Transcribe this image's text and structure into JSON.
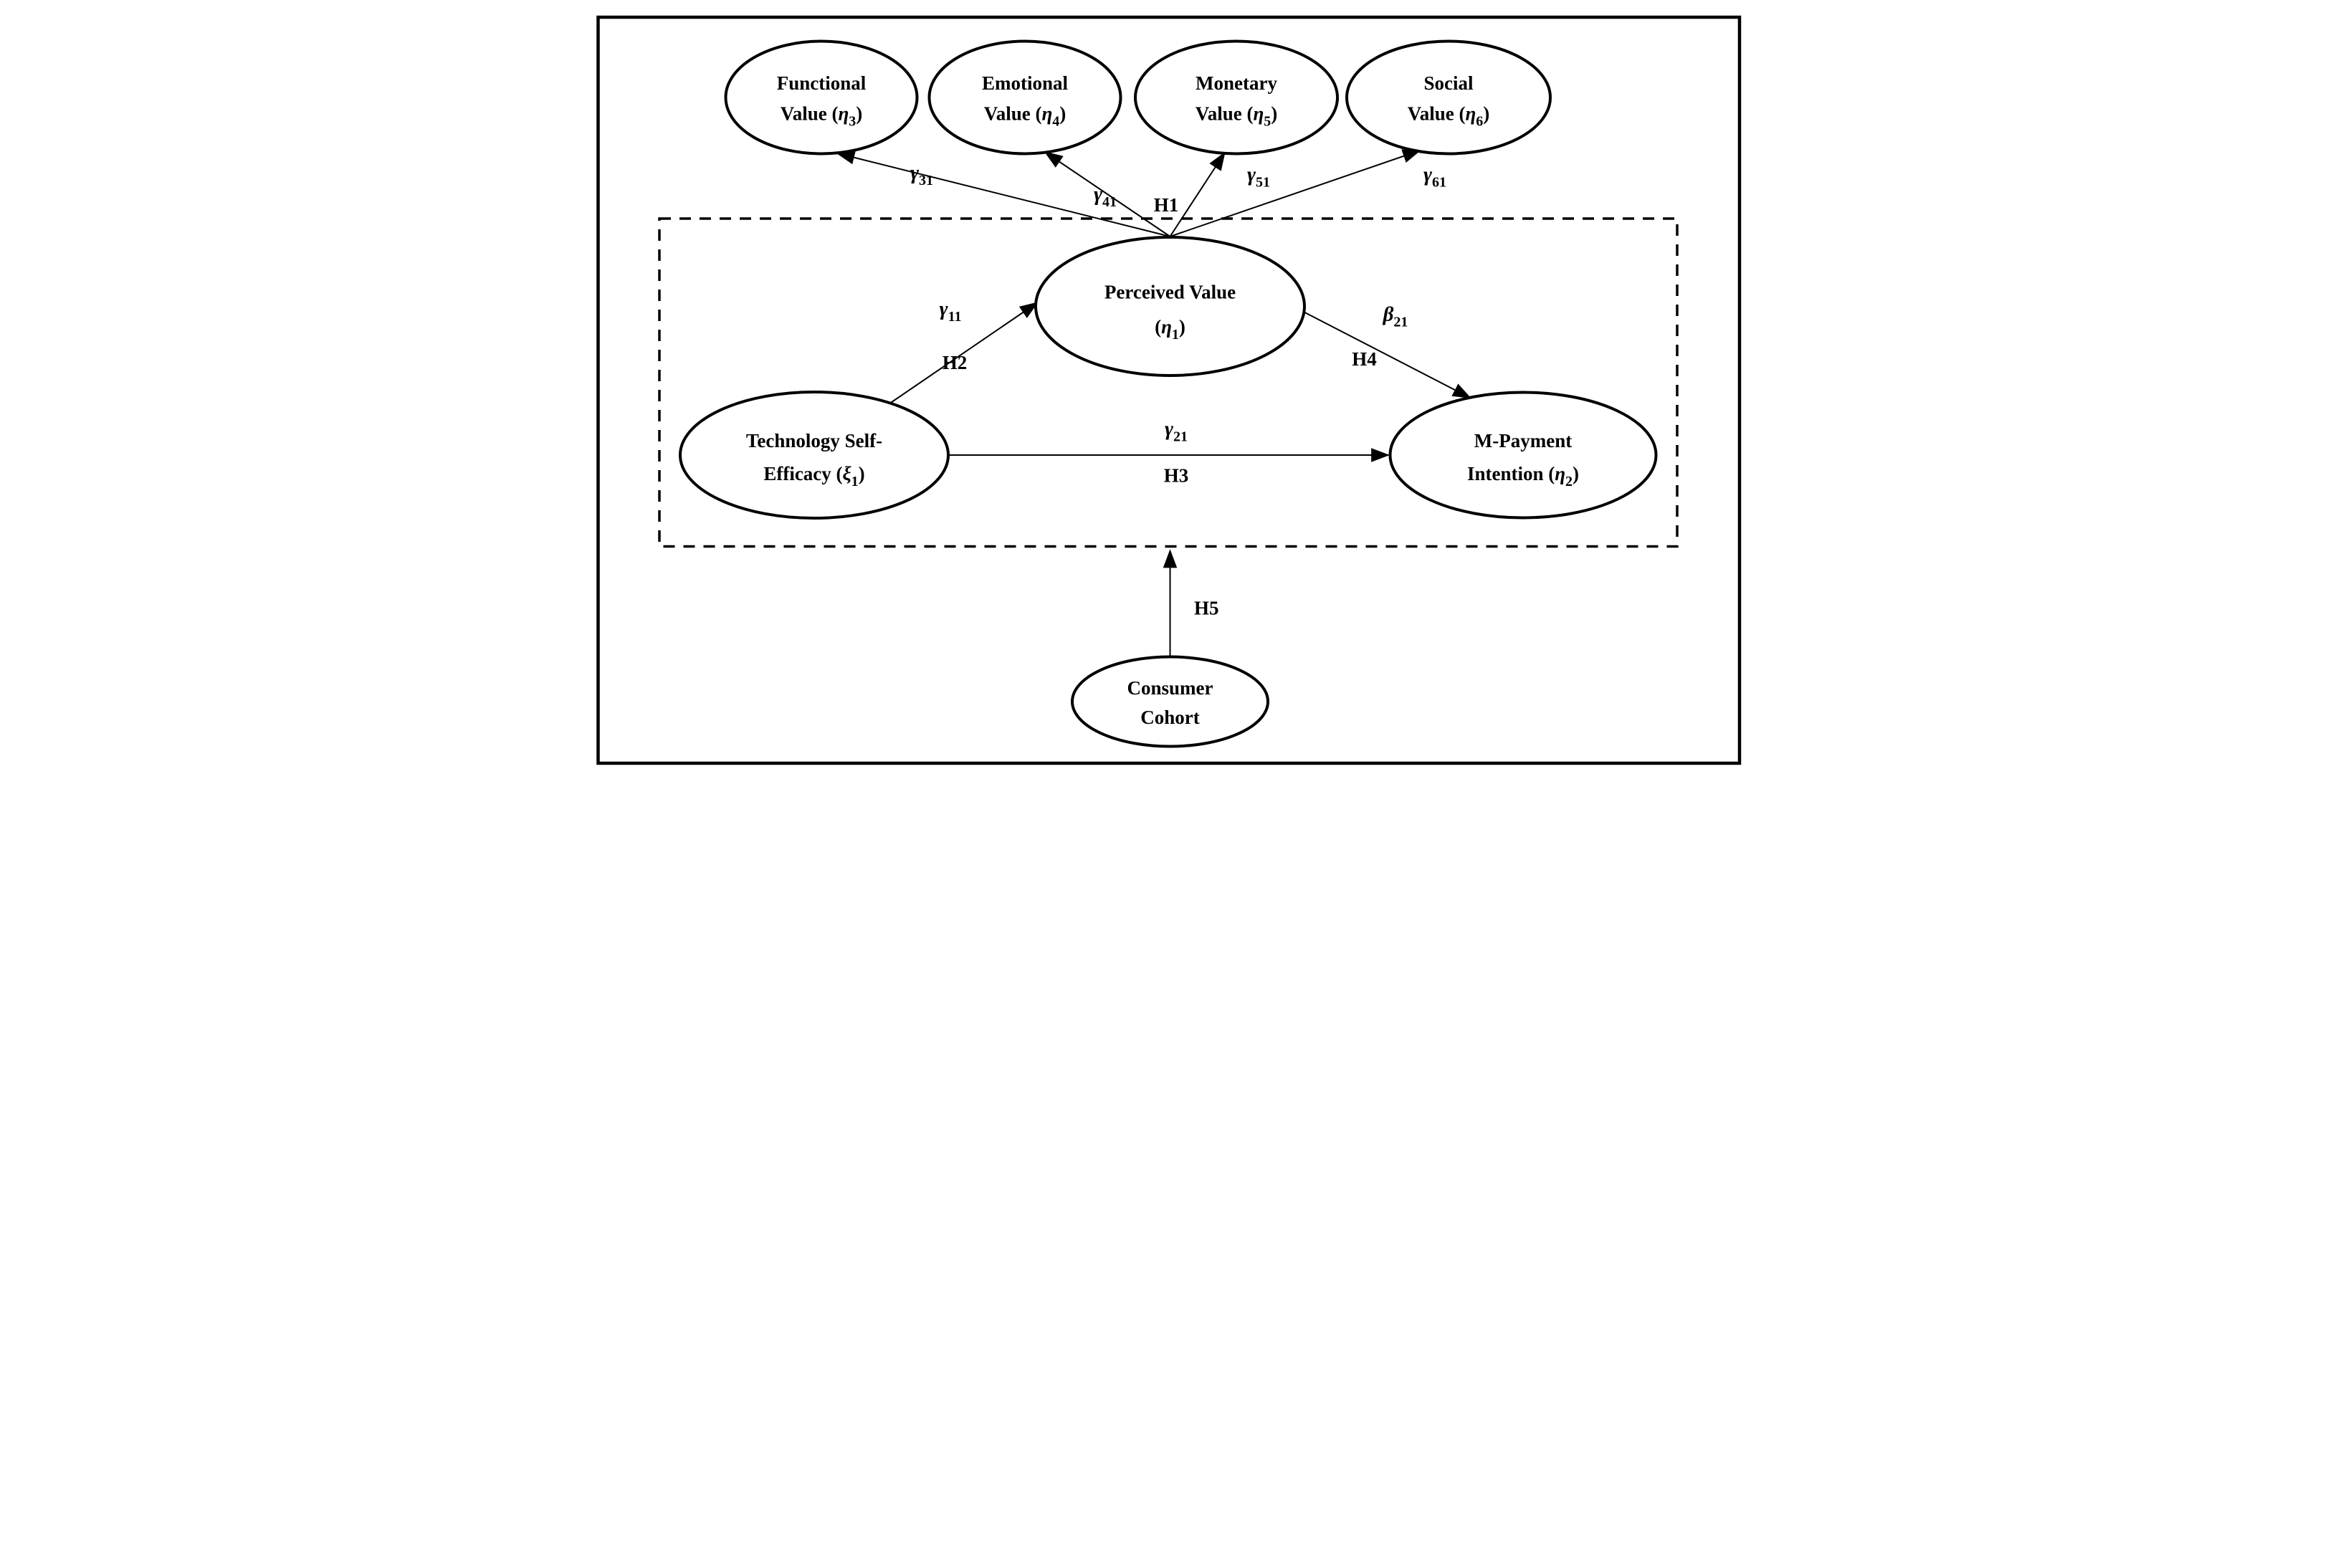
{
  "figure": {
    "background": "#ffffff",
    "line_color": "#000000"
  },
  "nodes": {
    "functional": {
      "line1": "Functional",
      "line2_pre": "Value (",
      "sym": "η",
      "sub": "3",
      "line2_post": ")"
    },
    "emotional": {
      "line1": "Emotional",
      "line2_pre": "Value (",
      "sym": "η",
      "sub": "4",
      "line2_post": ")"
    },
    "monetary": {
      "line1": "Monetary",
      "line2_pre": "Value (",
      "sym": "η",
      "sub": "5",
      "line2_post": ")"
    },
    "social": {
      "line1": "Social",
      "line2_pre": "Value (",
      "sym": "η",
      "sub": "6",
      "line2_post": ")"
    },
    "perceived": {
      "line1": "Perceived Value",
      "line2_pre": "(",
      "sym": "η",
      "sub": "1",
      "line2_post": ")"
    },
    "tse": {
      "line1": "Technology Self-",
      "line2_pre": "Efficacy (",
      "sym": "ξ",
      "sub": "1",
      "line2_post": ")"
    },
    "mpi": {
      "line1": "M-Payment",
      "line2_pre": "Intention (",
      "sym": "η",
      "sub": "2",
      "line2_post": ")"
    },
    "cohort": {
      "line1": "Consumer",
      "line2": "Cohort"
    }
  },
  "paths": {
    "gamma31": {
      "sym": "γ",
      "sub": "31"
    },
    "gamma41": {
      "sym": "γ",
      "sub": "41"
    },
    "gamma51": {
      "sym": "γ",
      "sub": "51"
    },
    "gamma61": {
      "sym": "γ",
      "sub": "61"
    },
    "gamma11": {
      "sym": "γ",
      "sub": "11"
    },
    "gamma21": {
      "sym": "γ",
      "sub": "21"
    },
    "beta21": {
      "sym": "β",
      "sub": "21"
    },
    "h1": "H1",
    "h2": "H2",
    "h3": "H3",
    "h4": "H4",
    "h5": "H5"
  }
}
